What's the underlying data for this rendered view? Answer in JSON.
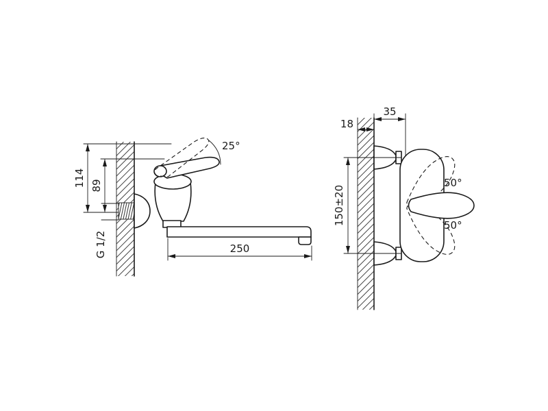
{
  "meta": {
    "background_color": "#ffffff",
    "line_color": "#1a1a1a",
    "drawing": "wall-mounted single-lever faucet, two orthographic views with dimensions"
  },
  "side_view": {
    "dim_total_height": "114",
    "dim_body_height": "89",
    "thread_size": "G 1/2",
    "dim_spout_length": "250",
    "handle_open_angle": "25°"
  },
  "front_view": {
    "dim_wall_thickness": "18",
    "dim_wall_offset": "35",
    "dim_mount_centers": "150±20",
    "handle_swing_up": "50°",
    "handle_swing_down": "50°"
  }
}
